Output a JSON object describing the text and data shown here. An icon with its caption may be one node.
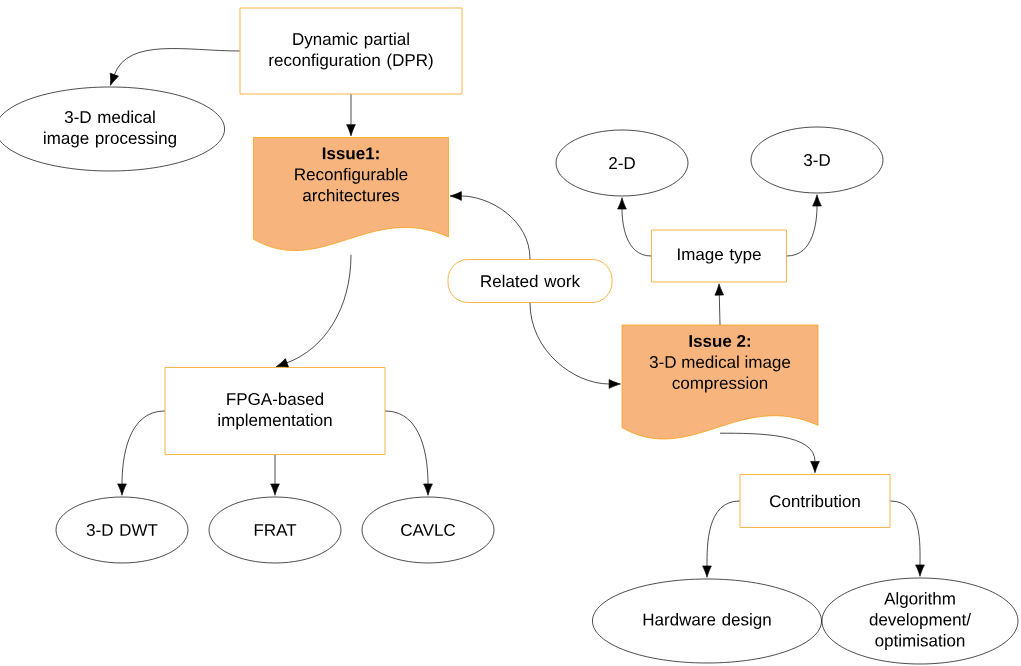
{
  "diagram": {
    "nodes": [
      {
        "text": [
          "Dynamic partial reconfiguration (DPR)"
        ]
      },
      {
        "text": [
          "3-D medical image processing"
        ]
      },
      {
        "text": [
          "Issue1:",
          "Reconfigurable architectures"
        ]
      },
      {
        "text": [
          "2-D"
        ]
      },
      {
        "text": [
          "3-D"
        ]
      },
      {
        "text": [
          "Image type"
        ]
      },
      {
        "text": [
          "Related work"
        ]
      },
      {
        "text": [
          "Issue 2:",
          "3-D medical image compression"
        ]
      },
      {
        "text": [
          "FPGA-based implementation"
        ]
      },
      {
        "text": [
          "3-D DWT"
        ]
      },
      {
        "text": [
          "FRAT"
        ]
      },
      {
        "text": [
          "CAVLC"
        ]
      },
      {
        "text": [
          "Contribution"
        ]
      },
      {
        "text": [
          "Hardware design"
        ]
      },
      {
        "text": [
          "Algorithm development/ optimisation"
        ]
      }
    ],
    "edges": [
      {
        "from": 0,
        "to": 1,
        "arrow": "to"
      },
      {
        "from": 0,
        "to": 2,
        "arrow": "to"
      },
      {
        "from": 6,
        "to": 2,
        "arrow": "to"
      },
      {
        "from": 6,
        "to": 7,
        "arrow": "to"
      },
      {
        "from": 7,
        "to": 5,
        "arrow": "to"
      },
      {
        "from": 5,
        "to": 3,
        "arrow": "to"
      },
      {
        "from": 5,
        "to": 4,
        "arrow": "to"
      },
      {
        "from": 2,
        "to": 8,
        "arrow": "to"
      },
      {
        "from": 8,
        "to": 9,
        "arrow": "to"
      },
      {
        "from": 8,
        "to": 10,
        "arrow": "to"
      },
      {
        "from": 8,
        "to": 11,
        "arrow": "to"
      },
      {
        "from": 7,
        "to": 12,
        "arrow": "to"
      },
      {
        "from": 12,
        "to": 13,
        "arrow": "to"
      },
      {
        "from": 12,
        "to": 14,
        "arrow": "to"
      }
    ]
  }
}
